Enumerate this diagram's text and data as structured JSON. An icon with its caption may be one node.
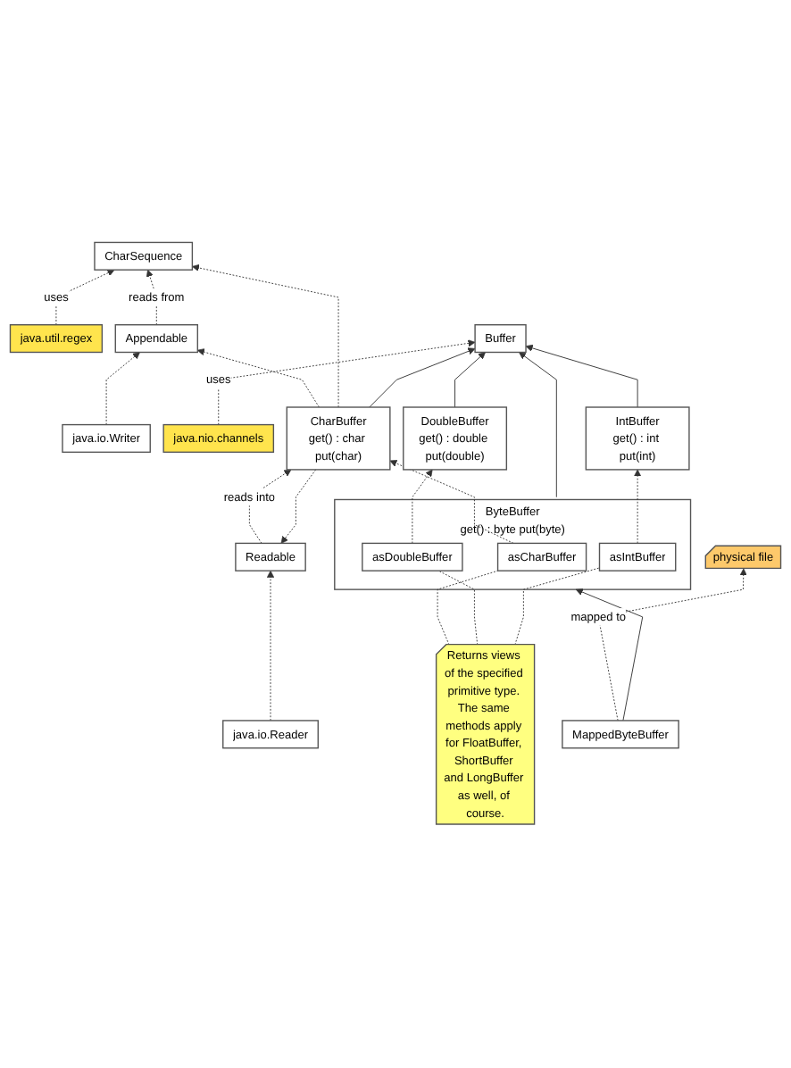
{
  "diagram": {
    "nodes": [
      {
        "text": [
          "java.io.Writer"
        ]
      },
      {
        "text": [
          "java.util.regex"
        ]
      },
      {
        "text": [
          "java.nio.channels"
        ]
      },
      {
        "text": [
          "Appendable"
        ]
      },
      {
        "text": [
          "java.io.Reader"
        ]
      },
      {
        "text": [
          "Readable"
        ]
      },
      {
        "text": [
          "CharSequence"
        ]
      },
      {
        "text": [
          "Buffer"
        ]
      },
      {
        "text": [
          "ByteBuffer",
          "get() : byte put(byte)"
        ]
      },
      {
        "text": [
          "asCharBuffer"
        ],
        "in": 8
      },
      {
        "text": [
          "asDoubleBuffer"
        ],
        "in": 8
      },
      {
        "text": [
          "asIntBuffer"
        ],
        "in": 8
      },
      {
        "text": [
          "CharBuffer",
          "get() : char put(char)"
        ]
      },
      {
        "text": [
          "DoubleBuffer",
          "get() : double put(double)"
        ]
      },
      {
        "text": [
          "IntBuffer",
          "get() : int put(int)"
        ]
      },
      {
        "text": [
          "MappedByteBuffer"
        ]
      },
      {
        "text": [
          "Returns views of the specified primitive type. The same methods apply for FloatBuffer, ShortBuffer and LongBuffer as well, of course."
        ]
      },
      {
        "text": [
          "physical file"
        ]
      }
    ],
    "edges": [
      {
        "from": 0,
        "to": 3,
        "arrow": "to",
        "style": "dashed"
      },
      {
        "from": 4,
        "to": 5,
        "arrow": "to",
        "style": "dashed"
      },
      {
        "from": 3,
        "to": 6,
        "arrow": "to",
        "style": "dashed",
        "label": "reads from"
      },
      {
        "from": 1,
        "to": 6,
        "arrow": "to",
        "style": "dashed",
        "label": "uses"
      },
      {
        "from": 2,
        "to": 7,
        "arrow": "to",
        "style": "dashed",
        "label": "uses"
      },
      {
        "from": 12,
        "to": 3,
        "arrow": "to",
        "style": "dashed"
      },
      {
        "from": 12,
        "to": 5,
        "arrow": "to",
        "style": "dashed"
      },
      {
        "from": 12,
        "to": 6,
        "arrow": "to",
        "style": "dashed"
      },
      {
        "from": 5,
        "to": 12,
        "arrow": "to",
        "style": "dashed",
        "label": "reads into"
      },
      {
        "from": 8,
        "to": 7,
        "arrow": "to"
      },
      {
        "from": 12,
        "to": 7,
        "arrow": "to"
      },
      {
        "from": 13,
        "to": 7,
        "arrow": "to"
      },
      {
        "from": 14,
        "to": 7,
        "arrow": "to"
      },
      {
        "from": 9,
        "to": 12,
        "arrow": "to",
        "style": "dashed"
      },
      {
        "from": 10,
        "to": 13,
        "arrow": "to",
        "style": "dashed"
      },
      {
        "from": 11,
        "to": 14,
        "arrow": "to",
        "style": "dashed"
      },
      {
        "from": 16,
        "to": 9,
        "arrow": "none",
        "style": "dashed"
      },
      {
        "from": 16,
        "to": 10,
        "arrow": "none",
        "style": "dashed"
      },
      {
        "from": 16,
        "to": 11,
        "arrow": "none",
        "style": "dashed"
      },
      {
        "from": 15,
        "to": 8,
        "arrow": "to"
      },
      {
        "from": 15,
        "to": 17,
        "arrow": "to",
        "style": "dashed",
        "label": "mapped to"
      }
    ]
  }
}
